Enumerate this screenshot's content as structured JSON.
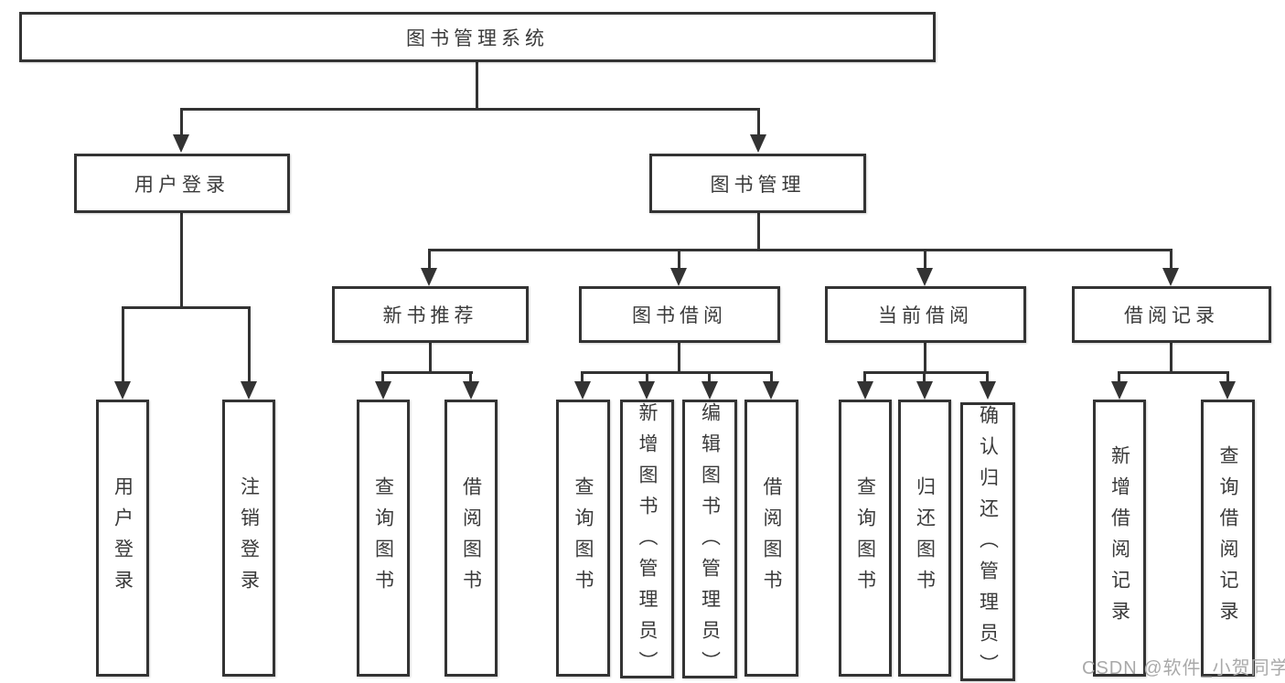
{
  "diagram_title": "图书管理系统",
  "tree": {
    "root": {
      "label": "图书管理系统"
    },
    "branches": [
      {
        "label": "用户登录",
        "children": [
          {
            "label": "用户登录"
          },
          {
            "label": "注销登录"
          }
        ]
      },
      {
        "label": "图书管理",
        "children": [
          {
            "label": "新书推荐",
            "children": [
              {
                "label": "查询图书"
              },
              {
                "label": "借阅图书"
              }
            ]
          },
          {
            "label": "图书借阅",
            "children": [
              {
                "label": "查询图书"
              },
              {
                "label": "新增图书（管理员）"
              },
              {
                "label": "编辑图书（管理员）"
              },
              {
                "label": "借阅图书"
              }
            ]
          },
          {
            "label": "当前借阅",
            "children": [
              {
                "label": "查询图书"
              },
              {
                "label": "归还图书"
              },
              {
                "label": "确认归还（管理员）"
              }
            ]
          },
          {
            "label": "借阅记录",
            "children": [
              {
                "label": "新增借阅记录"
              },
              {
                "label": "查询借阅记录"
              }
            ]
          }
        ]
      }
    ]
  },
  "watermark": "CSDN @软件_小贺同学",
  "colors": {
    "line": "#333333",
    "text": "#3a3a3a",
    "box_background": "#ffffff",
    "background": "#ffffff",
    "watermark": "#a9a9a9"
  }
}
